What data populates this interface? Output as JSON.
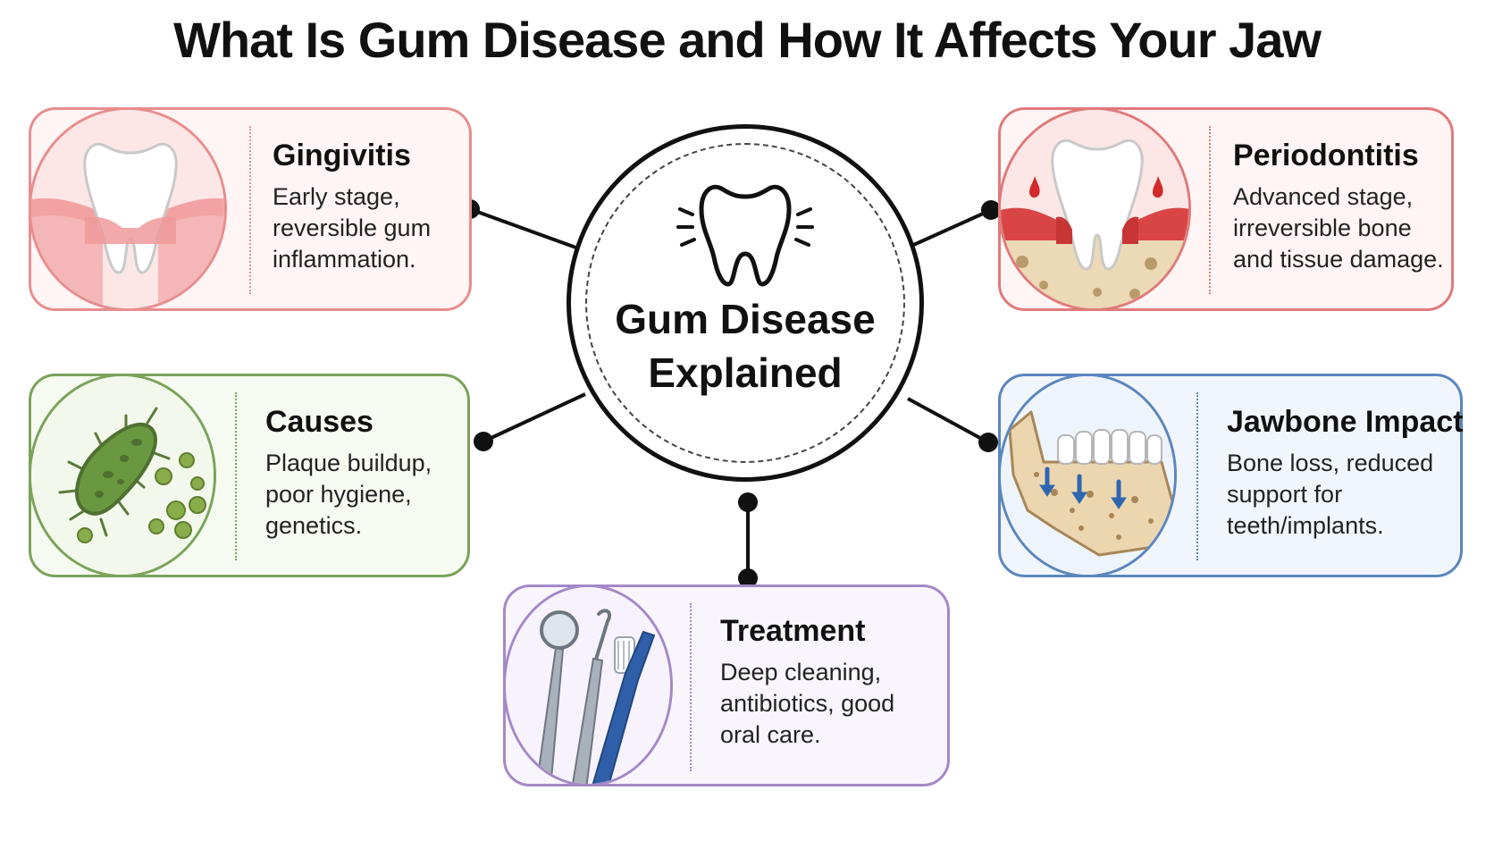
{
  "title": "What Is Gum Disease and How It Affects Your Jaw",
  "center": {
    "line1": "Gum Disease",
    "line2": "Explained",
    "icon": "tooth-icon"
  },
  "cards": {
    "gingivitis": {
      "title": "Gingivitis",
      "description": "Early stage,\nreversible gum\ninflammation.",
      "icon": "healthy-tooth-icon",
      "color": "#e07a7a",
      "fill": "#fff3f3"
    },
    "periodontitis": {
      "title": "Periodontitis",
      "description": "Advanced stage,\nirreversible bone\nand tissue damage.",
      "icon": "diseased-tooth-icon",
      "color": "#d96464",
      "fill": "#fff3f3"
    },
    "causes": {
      "title": "Causes",
      "description": "Plaque buildup,\npoor hygiene,\ngenetics.",
      "icon": "bacteria-icon",
      "color": "#6f9a4c",
      "fill": "#f5faf0"
    },
    "jawbone": {
      "title": "Jawbone Impact",
      "description": "Bone loss, reduced\nsupport for\nteeth/implants.",
      "icon": "jawbone-icon",
      "color": "#5b86bd",
      "fill": "#f1f6fc"
    },
    "treatment": {
      "title": "Treatment",
      "description": "Deep cleaning,\nantibiotics, good\noral care.",
      "icon": "dental-tools-icon",
      "color": "#9a7cbf",
      "fill": "#f8f4fd"
    }
  }
}
